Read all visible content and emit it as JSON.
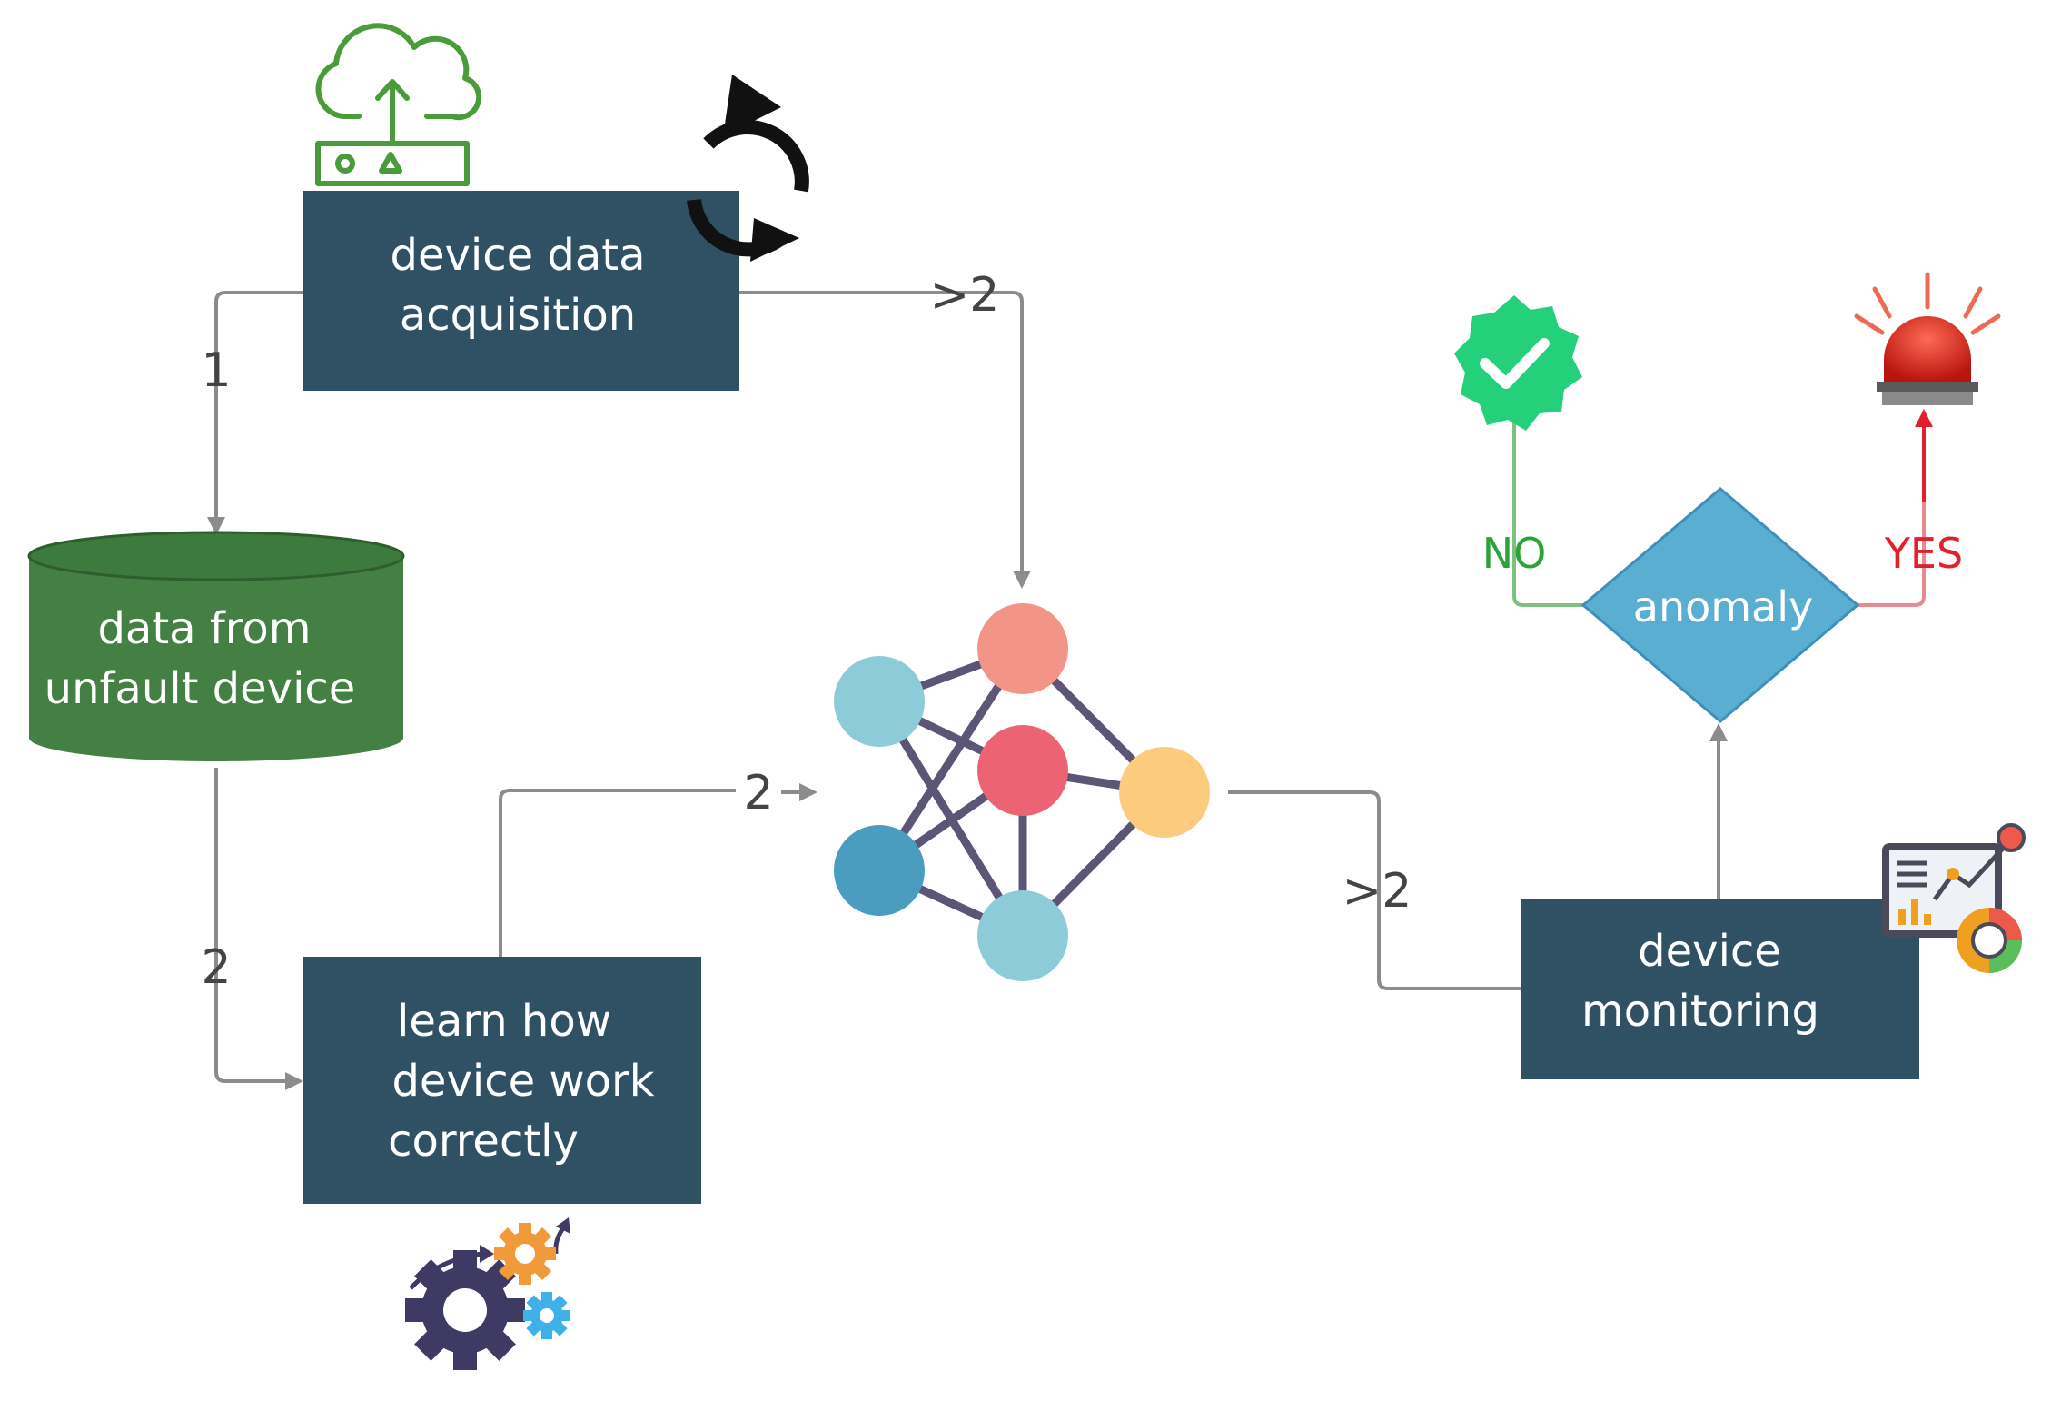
{
  "nodes": {
    "acquisition": {
      "lines": [
        "device data",
        "acquisition"
      ]
    },
    "database": {
      "lines": [
        "data  from",
        "unfault device"
      ]
    },
    "learn": {
      "lines": [
        "learn how",
        "device work",
        "correctly"
      ]
    },
    "monitoring": {
      "lines": [
        "device",
        "monitoring"
      ]
    },
    "anomaly": {
      "label": "anomaly"
    }
  },
  "edge_labels": {
    "acq_to_db": "1",
    "acq_to_nn": ">2",
    "db_to_learn": "2",
    "learn_to_nn": "2",
    "nn_to_monitor": ">2",
    "no": "NO",
    "yes": "YES"
  },
  "colors": {
    "box": "#2f5163",
    "database": "#447f44",
    "diamond": "#5aaed2",
    "edge": "#8c8c8c",
    "no": "#2aa33a",
    "yes": "#e0202a"
  },
  "icons": {
    "cloud": "cloud-upload-router-icon",
    "sync": "sync-arrows-icon",
    "neural": "neural-network-icon",
    "gears": "gears-icon",
    "dashboard": "dashboard-icon",
    "check": "check-badge-icon",
    "alarm": "alarm-siren-icon"
  }
}
